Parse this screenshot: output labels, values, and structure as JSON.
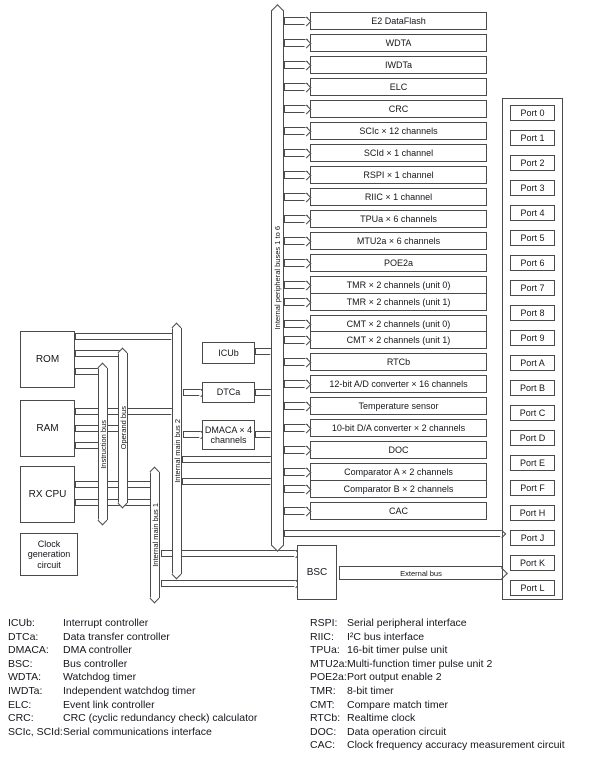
{
  "blocks": {
    "rom": "ROM",
    "ram": "RAM",
    "cpu": "RX CPU",
    "clock": "Clock generation circuit",
    "icub": "ICUb",
    "dtca": "DTCa",
    "dmaca": "DMACA × 4 channels",
    "bsc": "BSC"
  },
  "buses": {
    "instruction": "Instruction bus",
    "operand": "Operand bus",
    "main1": "Internal main bus 1",
    "main2": "Internal main bus 2",
    "peripheral": "Internal peripheral buses 1 to 6",
    "external": "External bus"
  },
  "peripherals": [
    {
      "label": "E2 DataFlash"
    },
    {
      "label": "WDTA"
    },
    {
      "label": "IWDTa"
    },
    {
      "label": "ELC"
    },
    {
      "label": "CRC"
    },
    {
      "label": "SCIc × 12 channels"
    },
    {
      "label": "SCId × 1 channel"
    },
    {
      "label": "RSPI × 1 channel"
    },
    {
      "label": "RIIC × 1 channel"
    },
    {
      "label": "TPUa × 6 channels"
    },
    {
      "label": "MTU2a × 6 channels"
    },
    {
      "label": "POE2a"
    },
    {
      "label": "TMR × 2 channels (unit 0)"
    },
    {
      "label": "TMR × 2 channels (unit 1)",
      "attached": true
    },
    {
      "label": "CMT × 2 channels (unit 0)"
    },
    {
      "label": "CMT × 2 channels (unit 1)",
      "attached": true
    },
    {
      "label": "RTCb"
    },
    {
      "label": "12-bit A/D converter × 16 channels"
    },
    {
      "label": "Temperature sensor"
    },
    {
      "label": "10-bit D/A converter × 2 channels"
    },
    {
      "label": "DOC"
    },
    {
      "label": "Comparator A × 2 channels"
    },
    {
      "label": "Comparator B × 2 channels",
      "attached": true
    },
    {
      "label": "CAC"
    }
  ],
  "ports": [
    "Port 0",
    "Port 1",
    "Port 2",
    "Port 3",
    "Port 4",
    "Port 5",
    "Port 6",
    "Port 7",
    "Port 8",
    "Port 9",
    "Port A",
    "Port B",
    "Port C",
    "Port D",
    "Port E",
    "Port F",
    "Port H",
    "Port J",
    "Port K",
    "Port L"
  ],
  "legend": {
    "left": [
      {
        "term": "ICUb:",
        "def": "Interrupt controller"
      },
      {
        "term": "DTCa:",
        "def": "Data transfer controller"
      },
      {
        "term": "DMACA:",
        "def": "DMA controller"
      },
      {
        "term": "BSC:",
        "def": "Bus controller"
      },
      {
        "term": "WDTA:",
        "def": "Watchdog timer"
      },
      {
        "term": "IWDTa:",
        "def": "Independent watchdog timer"
      },
      {
        "term": "ELC:",
        "def": "Event link controller"
      },
      {
        "term": "CRC:",
        "def": "CRC (cyclic redundancy check) calculator"
      },
      {
        "term": "SCIc, SCId:",
        "def": "Serial communications interface"
      }
    ],
    "right": [
      {
        "term": "RSPI:",
        "def": "Serial peripheral interface"
      },
      {
        "term": "RIIC:",
        "def": "I²C bus interface"
      },
      {
        "term": "TPUa:",
        "def": "16-bit timer pulse unit"
      },
      {
        "term": "MTU2a:",
        "def": "Multi-function timer pulse unit 2"
      },
      {
        "term": "POE2a:",
        "def": "Port output enable 2"
      },
      {
        "term": "TMR:",
        "def": "8-bit timer"
      },
      {
        "term": "CMT:",
        "def": "Compare match timer"
      },
      {
        "term": "RTCb:",
        "def": "Realtime clock"
      },
      {
        "term": "DOC:",
        "def": "Data operation circuit"
      },
      {
        "term": "CAC:",
        "def": "Clock frequency accuracy measurement circuit"
      }
    ]
  }
}
